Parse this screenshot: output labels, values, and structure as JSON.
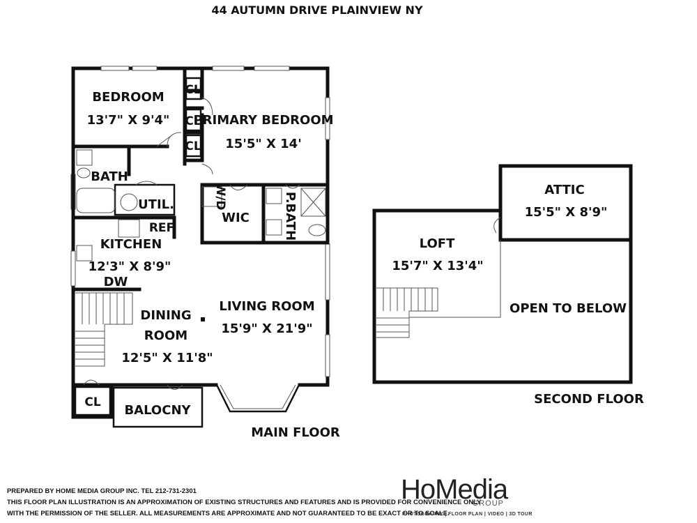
{
  "title": "44 AUTUMN DRIVE PLAINVIEW NY",
  "floors": {
    "main": {
      "label": "MAIN FLOOR",
      "rooms": {
        "bedroom": {
          "name": "BEDROOM",
          "dims": "13'7\" X 9'4\""
        },
        "primary_bedroom": {
          "name": "PRIMARY BEDROOM",
          "dims": "15'5\" X 14'"
        },
        "closet_1": {
          "name": "CL"
        },
        "closet_2": {
          "name": "CL"
        },
        "closet_3": {
          "name": "CL"
        },
        "closet_4": {
          "name": "CL"
        },
        "bath": {
          "name": "BATH"
        },
        "util": {
          "name": "UTIL."
        },
        "ref": {
          "name": "REF"
        },
        "wd": {
          "name": "W/D"
        },
        "wic": {
          "name": "WIC"
        },
        "pbath": {
          "name": "P.BATH"
        },
        "kitchen": {
          "name": "KITCHEN",
          "dims": "12'3\" X 8'9\""
        },
        "dw": {
          "name": "DW"
        },
        "dining": {
          "name_line1": "DINING",
          "name_line2": "ROOM",
          "dims": "12'5\" X 11'8\""
        },
        "living": {
          "name": "LIVING ROOM",
          "dims": "15'9\" X 21'9\""
        },
        "balcony": {
          "name": "BALOCNY"
        }
      }
    },
    "second": {
      "label": "SECOND FLOOR",
      "rooms": {
        "attic": {
          "name": "ATTIC",
          "dims": "15'5\" X 8'9\""
        },
        "loft": {
          "name": "LOFT",
          "dims": "15'7\" X 13'4\""
        },
        "open": {
          "name": "OPEN TO BELOW"
        }
      }
    }
  },
  "footer": {
    "line1": "PREPARED BY  HOME MEDIA GROUP INC.  TEL 212-731-2301",
    "line2": "THIS FLOOR PLAN ILLUSTRATION IS AN APPROXIMATION OF EXISTING STRUCTURES AND FEATURES AND IS PROVIDED FOR CONVENIENCE ONLY",
    "line3": "WITH THE PERMISSION OF THE SELLER. ALL MEASUREMENTS ARE APPROXIMATE AND NOT GUARANTEED TO BE EXACT OR TO SCALE."
  },
  "logo": {
    "main": "HoMedia",
    "group": "GROUP",
    "tagline": "PHOTOGRAPHY | FLOOR PLAN | VIDEO | 3D TOUR"
  }
}
